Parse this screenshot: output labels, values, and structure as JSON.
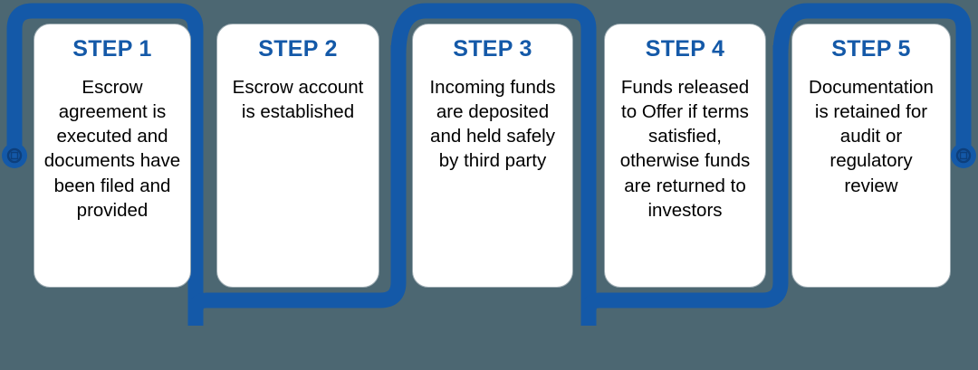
{
  "diagram": {
    "type": "process-flow",
    "title_visible": false,
    "orientation": "horizontal-serpentine",
    "background_color": "#4c6772",
    "track_color": "#1459a8",
    "card_background": "#ffffff",
    "heading_color": "#1459a8",
    "body_color": "#000000",
    "step_count": 5,
    "steps": [
      {
        "title": "STEP 1",
        "body": "Escrow agreement is executed and documents have been filed and provided",
        "track_side": "top"
      },
      {
        "title": "STEP 2",
        "body": "Escrow account is established",
        "track_side": "bottom"
      },
      {
        "title": "STEP 3",
        "body": "Incoming funds are deposited and held safely by third party",
        "track_side": "top"
      },
      {
        "title": "STEP 4",
        "body": "Funds released to Offer if terms satisfied, otherwise funds are returned to investors",
        "track_side": "bottom"
      },
      {
        "title": "STEP 5",
        "body": "Documentation is retained for audit or regulatory review",
        "track_side": "top"
      }
    ],
    "end_caps": [
      {
        "name": "left-terminal-knob",
        "position": "left"
      },
      {
        "name": "right-terminal-knob",
        "position": "right"
      }
    ]
  }
}
